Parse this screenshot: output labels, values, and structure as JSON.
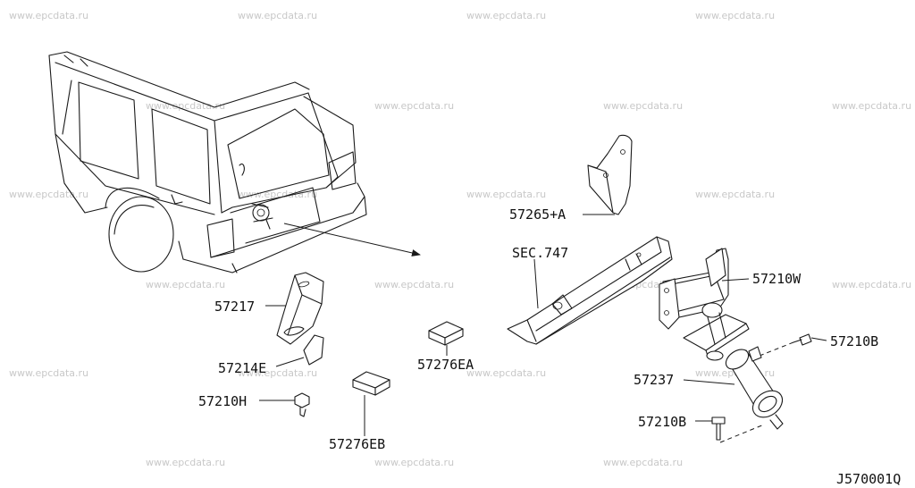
{
  "watermark": "www.epcdata.ru",
  "diagram_code": "J570001Q",
  "labels": {
    "p57265a": "57265+A",
    "sec747": "SEC.747",
    "p57210w": "57210W",
    "p57217": "57217",
    "p57214e": "57214E",
    "p57210h": "57210H",
    "p57276ea": "57276EA",
    "p57276eb": "57276EB",
    "p57237": "57237",
    "p57210b_top": "57210B",
    "p57210b_bottom": "57210B"
  }
}
